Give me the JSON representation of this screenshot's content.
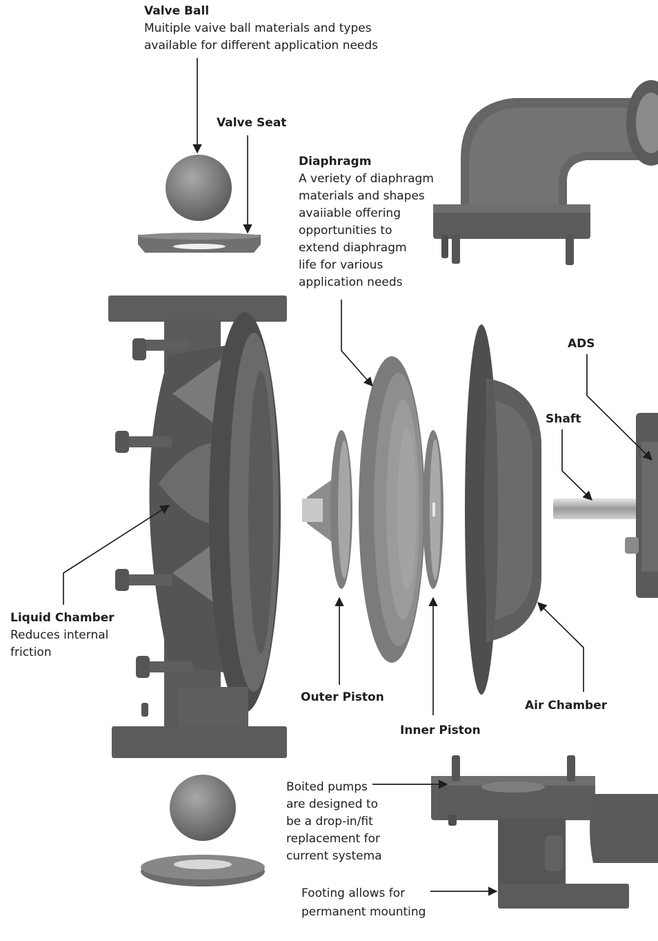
{
  "labels": {
    "valve_ball": {
      "title": "Valve Ball",
      "description": "Muitiple vaive ball materials and types\navailable for different application needs"
    },
    "valve_seat": {
      "title": "Valve Seat"
    },
    "diaphragm": {
      "title": "Diaphragm",
      "description": "A veriety of diaphragm\nmaterials and shapes\navaiiable offering\nopportunities to\nextend diaphragm\nlife for various\napplication needs"
    },
    "ads": {
      "title": "ADS"
    },
    "shaft": {
      "title": "Shaft"
    },
    "liquid_chamber": {
      "title": "Liquid Chamber",
      "description": "Reduces internal\nfriction"
    },
    "outer_piston": {
      "title": "Outer Piston"
    },
    "inner_piston": {
      "title": "Inner Piston"
    },
    "air_chamber": {
      "title": "Air Chamber"
    },
    "bolted_pumps": {
      "description": "Boited pumps\nare designed to\nbe a drop-in/fit\nreplacement for\ncurrent systema"
    },
    "footing": {
      "description": "Footing allows for\npermanent mounting"
    }
  },
  "colors": {
    "part_dark": "#5b5b5b",
    "part_mid": "#7a7a7a",
    "part_light": "#9a9a9a",
    "leader_line": "#1e1e1e"
  }
}
